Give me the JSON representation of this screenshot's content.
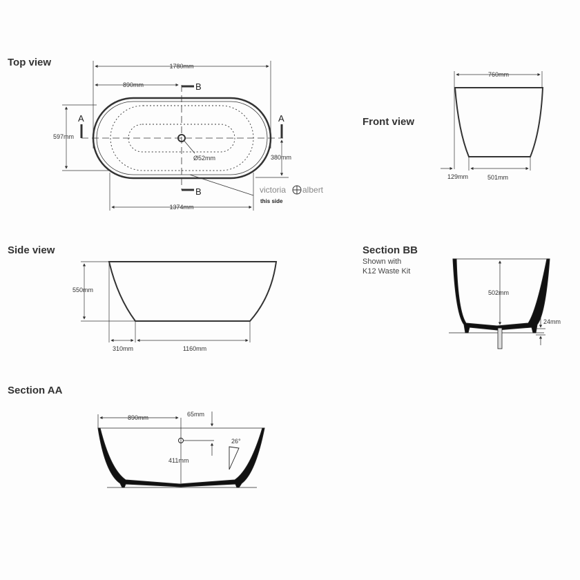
{
  "views": {
    "top": {
      "title": "Top view",
      "overall_length": "1780mm",
      "waste_from_end": "890mm",
      "width_left": "597mm",
      "width_right": "380mm",
      "waste_diameter": "Ø52mm",
      "base_length": "1374mm",
      "section_a": "A",
      "section_b": "B",
      "brand_left": "victoria",
      "brand_right": "albert",
      "brand_note": "this side"
    },
    "front": {
      "title": "Front view",
      "top_width": "760mm",
      "offset": "129mm",
      "base_width": "501mm"
    },
    "side": {
      "title": "Side view",
      "height": "550mm",
      "offset": "310mm",
      "base_length": "1160mm"
    },
    "section_bb": {
      "title": "Section BB",
      "subtitle_line1": "Shown with",
      "subtitle_line2": "K12 Waste Kit",
      "depth": "502mm",
      "waste_height": "24mm"
    },
    "section_aa": {
      "title": "Section AA",
      "waste_from_end": "890mm",
      "overflow_drop": "65mm",
      "overflow_height": "411mm",
      "backrest_angle": "26°"
    }
  }
}
